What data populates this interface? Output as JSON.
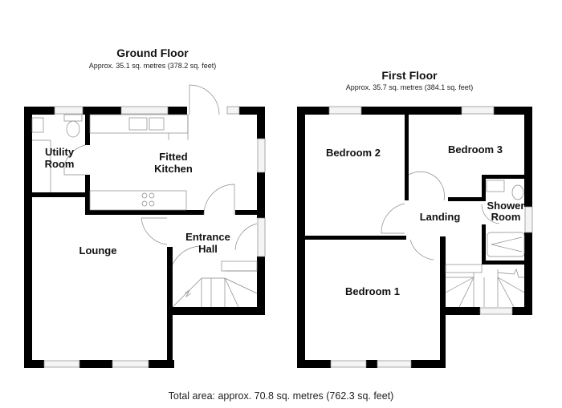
{
  "ground_floor": {
    "title": "Ground Floor",
    "area": "Approx. 35.1 sq. metres (378.2 sq. feet)",
    "rooms": {
      "utility": [
        "Utility",
        "Room"
      ],
      "kitchen": [
        "Fitted",
        "Kitchen"
      ],
      "lounge": "Lounge",
      "hall": [
        "Entrance",
        "Hall"
      ]
    }
  },
  "first_floor": {
    "title": "First Floor",
    "area": "Approx. 35.7 sq. metres (384.1 sq. feet)",
    "rooms": {
      "bedroom2": "Bedroom 2",
      "bedroom3": "Bedroom 3",
      "landing": "Landing",
      "shower": [
        "Shower",
        "Room"
      ],
      "bedroom1": "Bedroom 1"
    }
  },
  "total_area": "Total area: approx. 70.8 sq. metres (762.3 sq. feet)",
  "colors": {
    "wall": "#000000",
    "line": "#888888",
    "window": "#f2f2f2"
  }
}
